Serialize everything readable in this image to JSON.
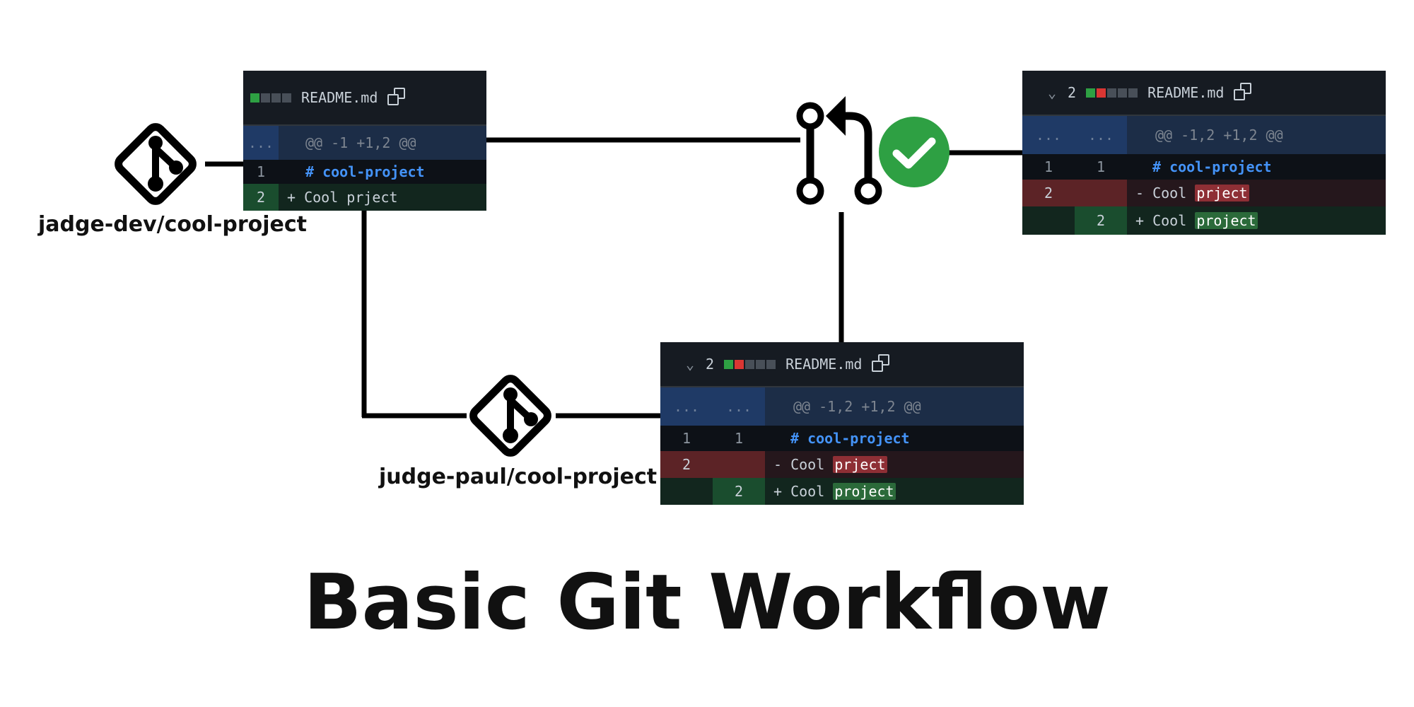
{
  "title": "Basic Git Workflow",
  "repos": {
    "dev": "jadge-dev/cool-project",
    "paul": "judge-paul/cool-project"
  },
  "icons": {
    "repo": "git-branch-icon",
    "merge": "git-pull-request-icon",
    "approved": "check-circle-icon"
  },
  "colors": {
    "approved": "#2ea043",
    "line_add": "#1a4d2e",
    "line_del": "#5c2326",
    "keyword": "#4493f8"
  },
  "panel_dev": {
    "file": "README.md",
    "hunk_gutter": "...",
    "hunk": "@@ -1 +1,2 @@",
    "rows": [
      {
        "n": "1",
        "marker": "#",
        "text": "cool-project"
      },
      {
        "n": "2",
        "marker": "+",
        "text": "Cool prject"
      }
    ]
  },
  "panel_paul": {
    "chevron": "⌄",
    "count": "2",
    "file": "README.md",
    "hunk_gutter_old": "...",
    "hunk_gutter_new": "...",
    "hunk": "@@ -1,2 +1,2 @@",
    "ctx": {
      "old": "1",
      "new": "1",
      "marker": "#",
      "text": "cool-project"
    },
    "del": {
      "old": "2",
      "marker": "-",
      "prefix": "Cool ",
      "word": "prject"
    },
    "add": {
      "new": "2",
      "marker": "+",
      "prefix": "Cool ",
      "word": "project"
    }
  },
  "panel_merged": {
    "chevron": "⌄",
    "count": "2",
    "file": "README.md",
    "hunk_gutter_old": "...",
    "hunk_gutter_new": "...",
    "hunk": "@@ -1,2 +1,2 @@",
    "ctx": {
      "old": "1",
      "new": "1",
      "marker": "#",
      "text": "cool-project"
    },
    "del": {
      "old": "2",
      "marker": "-",
      "prefix": "Cool ",
      "word": "prject"
    },
    "add": {
      "new": "2",
      "marker": "+",
      "prefix": "Cool ",
      "word": "project"
    }
  }
}
